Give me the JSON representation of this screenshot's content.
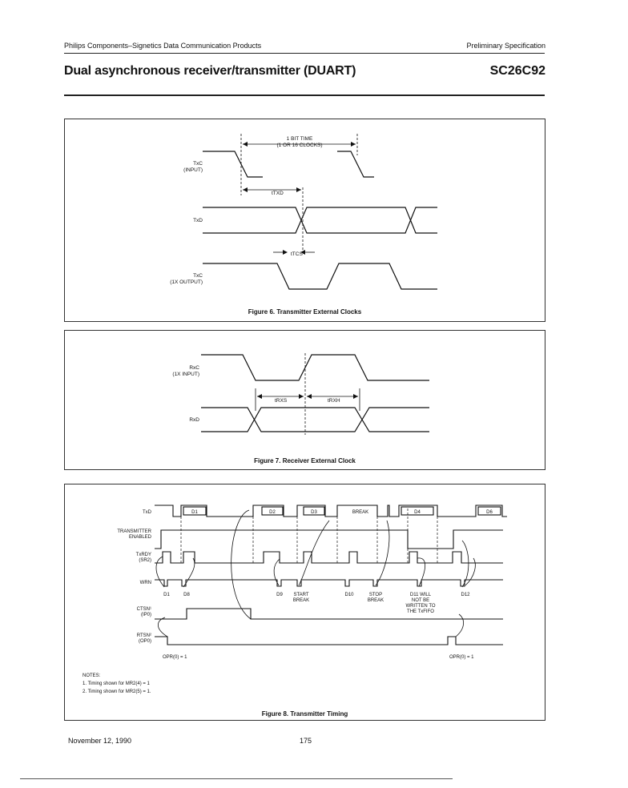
{
  "header": {
    "left": "Philips Components–Signetics Data Communication Products",
    "right": "Preliminary Specification",
    "title": "Dual asynchronous receiver/transmitter (DUART)",
    "part_number": "SC26C92"
  },
  "fig6": {
    "caption": "Figure 6. Transmitter External Clocks",
    "bit_time_1": "1 BIT TIME",
    "bit_time_2": "(1 OR 16 CLOCKS)",
    "txc_in_1": "TxC",
    "txc_in_2": "(INPUT)",
    "txd": "TxD",
    "txc_out_1": "TxC",
    "txc_out_2": "(1X OUTPUT)",
    "t_txd": "tTXD",
    "t_tcs": "tTCS"
  },
  "fig7": {
    "caption": "Figure 7. Receiver External Clock",
    "rxc_1": "RxC",
    "rxc_2": "(1X INPUT)",
    "rxd": "RxD",
    "t_rxs": "tRXS",
    "t_rxh": "tRXH"
  },
  "fig8": {
    "caption": "Figure 8. Transmitter Timing",
    "sig_txd": "TxD",
    "sig_te_1": "TRANSMITTER",
    "sig_te_2": "ENABLED",
    "sig_txrdy_1": "TxRDY",
    "sig_txrdy_2": "(SR2)",
    "sig_wrn": "WRN",
    "sig_ctsn_1": "CTSN¹",
    "sig_ctsn_2": "(IP0)",
    "sig_rtsn_1": "RTSN²",
    "sig_rtsn_2": "(OP0)",
    "d1": "D1",
    "d2": "D2",
    "d3": "D3",
    "break": "BREAK",
    "d4": "D4",
    "d6": "D6",
    "w_d1": "D1",
    "w_d8": "D8",
    "w_d9": "D9",
    "start_1": "START",
    "start_2": "BREAK",
    "w_d10": "D10",
    "stop_1": "STOP",
    "stop_2": "BREAK",
    "d11_1": "D11 WILL",
    "d11_2": "NOT BE",
    "d11_3": "WRITTEN TO",
    "d11_4": "THE TxFIFO",
    "w_d12": "D12",
    "opr_left": "OPR(0) = 1",
    "opr_right": "OPR(0) = 1",
    "notes_title": "NOTES:",
    "note1": "1.  Timing shown for MR2(4) = 1",
    "note2": "2.  Timing shown for MR2(5) = 1."
  },
  "footer": {
    "date": "November 12, 1990",
    "page": "175"
  }
}
